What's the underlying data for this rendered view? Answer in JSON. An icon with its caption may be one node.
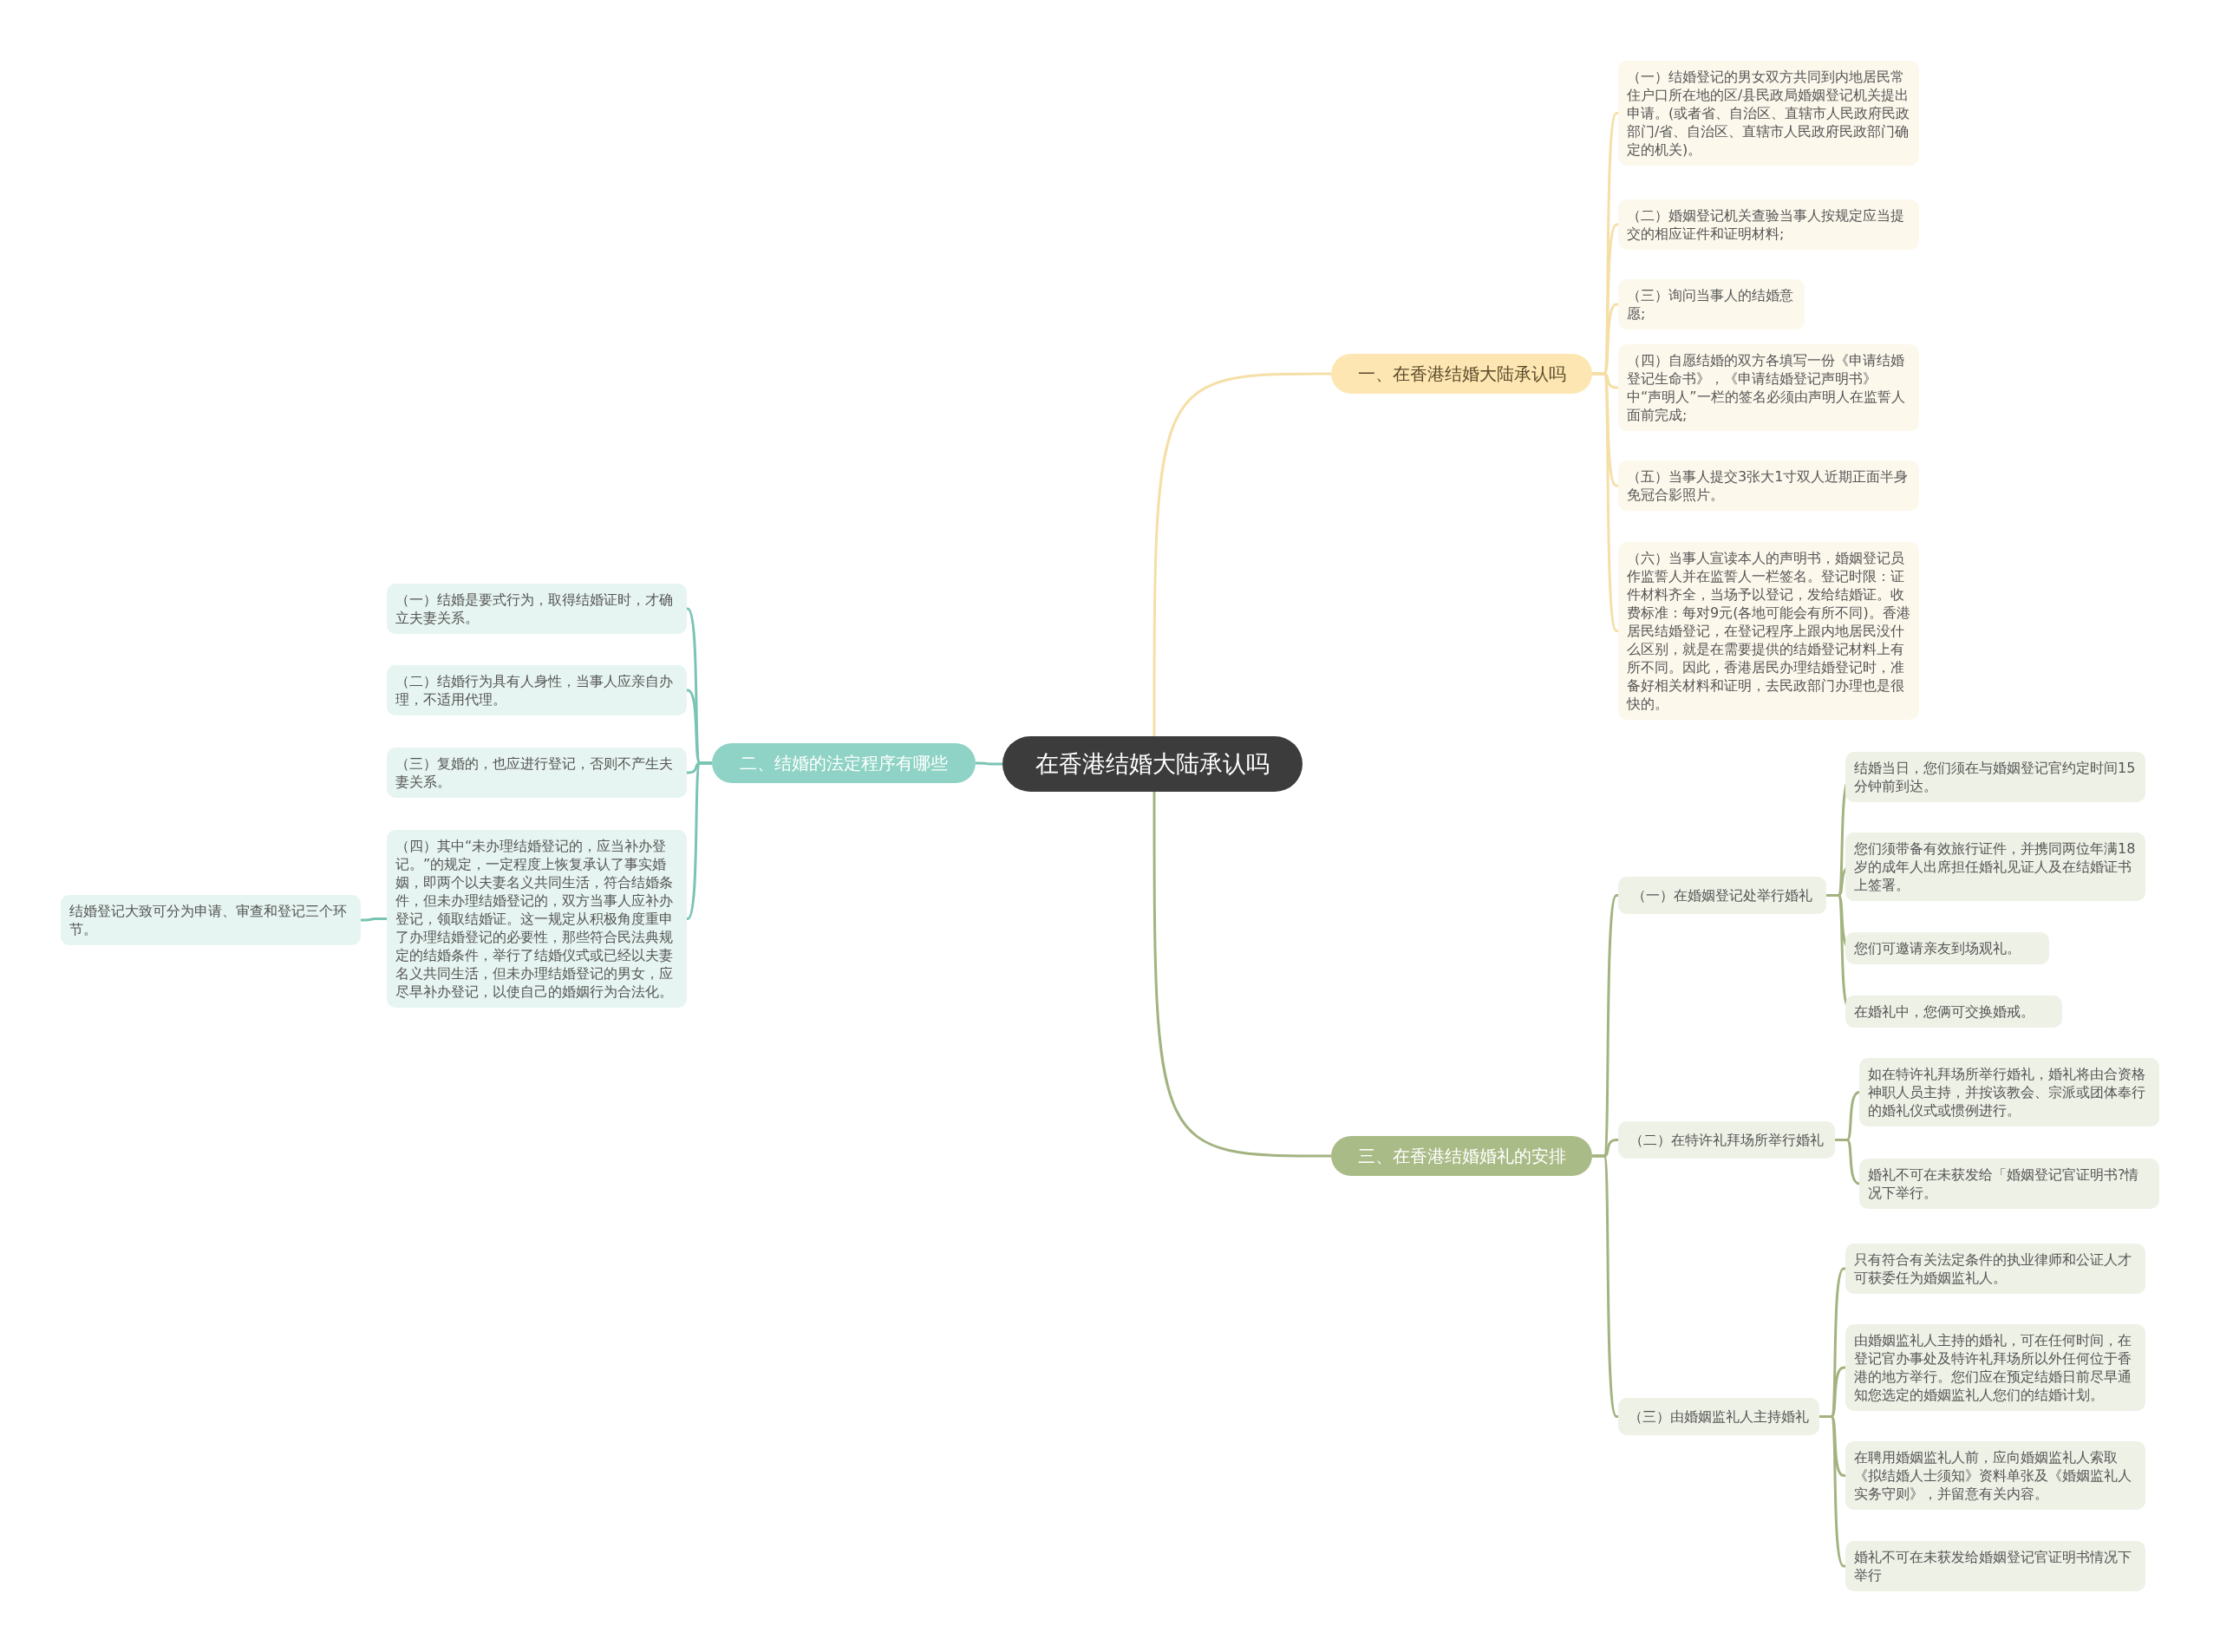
{
  "diagram": {
    "nodes": [
      {
        "text": [
          "在香港结婚大陆承认吗"
        ]
      },
      {
        "text": [
          "一、在香港结婚大陆承认吗"
        ]
      },
      {
        "text": [
          "（一）结婚登记的男女双方共同到内地居民常住户口所在地的区/县民政局婚姻登记机关提出申请。(或者省、自治区、直辖市人民政府民政部门/省、自治区、直辖市人民政府民政部门确定的机关)。"
        ]
      },
      {
        "text": [
          "（二）婚姻登记机关查验当事人按规定应当提交的相应证件和证明材料;"
        ]
      },
      {
        "text": [
          "（三）询问当事人的结婚意愿;"
        ]
      },
      {
        "text": [
          "（四）自愿结婚的双方各填写一份《申请结婚登记生命书》，《申请结婚登记声明书》中“声明人”一栏的签名必须由声明人在监誓人面前完成;"
        ]
      },
      {
        "text": [
          "（五）当事人提交3张大1寸双人近期正面半身免冠合影照片。"
        ]
      },
      {
        "text": [
          "（六）当事人宣读本人的声明书，婚姻登记员作监誓人并在监誓人一栏签名。登记时限：证件材料齐全，当场予以登记，发给结婚证。收费标准：每对9元(各地可能会有所不同)。香港居民结婚登记，在登记程序上跟内地居民没什么区别，就是在需要提供的结婚登记材料上有所不同。因此，香港居民办理结婚登记时，准备好相关材料和证明，去民政部门办理也是很快的。"
        ]
      },
      {
        "text": [
          "二、结婚的法定程序有哪些"
        ]
      },
      {
        "text": [
          "（一）结婚是要式行为，取得结婚证时，才确立夫妻关系。"
        ]
      },
      {
        "text": [
          "（二）结婚行为具有人身性，当事人应亲自办理，不适用代理。"
        ]
      },
      {
        "text": [
          "（三）复婚的，也应进行登记，否则不产生夫妻关系。"
        ]
      },
      {
        "text": [
          "（四）其中“未办理结婚登记的，应当补办登记。”的规定，一定程度上恢复承认了事实婚姻，即两个以夫妻名义共同生活，符合结婚条件，但未办理结婚登记的，双方当事人应补办登记，领取结婚证。这一规定从积极角度重申了办理结婚登记的必要性，那些符合民法典规定的结婚条件，举行了结婚仪式或已经以夫妻名义共同生活，但未办理结婚登记的男女，应尽早补办登记，以使自己的婚姻行为合法化。"
        ]
      },
      {
        "text": [
          "结婚登记大致可分为申请、审查和登记三个环节。"
        ]
      },
      {
        "text": [
          "三、在香港结婚婚礼的安排"
        ]
      },
      {
        "text": [
          "（一）在婚姻登记处举行婚礼"
        ]
      },
      {
        "text": [
          "结婚当日，您们须在与婚姻登记官约定时间15分钟前到达。"
        ]
      },
      {
        "text": [
          "您们须带备有效旅行证件，并携同两位年满18岁的成年人出席担任婚礼见证人及在结婚证书上签署。"
        ]
      },
      {
        "text": [
          "您们可邀请亲友到场观礼。"
        ]
      },
      {
        "text": [
          "在婚礼中，您俩可交换婚戒。"
        ]
      },
      {
        "text": [
          "（二）在特许礼拜场所举行婚礼"
        ]
      },
      {
        "text": [
          "如在特许礼拜场所举行婚礼，婚礼将由合资格神职人员主持，并按该教会、宗派或团体奉行的婚礼仪式或惯例进行。"
        ]
      },
      {
        "text": [
          "婚礼不可在未获发给「婚姻登记官证明书?情况下举行。"
        ]
      },
      {
        "text": [
          "（三）由婚姻监礼人主持婚礼"
        ]
      },
      {
        "text": [
          "只有符合有关法定条件的执业律师和公证人才可获委任为婚姻监礼人。"
        ]
      },
      {
        "text": [
          "由婚姻监礼人主持的婚礼，可在任何时间，在登记官办事处及特许礼拜场所以外任何位于香港的地方举行。您们应在预定结婚日前尽早通知您选定的婚姻监礼人您们的结婚计划。"
        ]
      },
      {
        "text": [
          "在聘用婚姻监礼人前，应向婚姻监礼人索取《拟结婚人士须知》资料单张及《婚姻监礼人实务守则》，并留意有关内容。"
        ]
      },
      {
        "text": [
          "婚礼不可在未获发给婚姻登记官证明书情况下举行"
        ]
      }
    ],
    "edges": [
      {
        "from": 0,
        "to": 1,
        "arrow": "none"
      },
      {
        "from": 1,
        "to": 2,
        "arrow": "none"
      },
      {
        "from": 1,
        "to": 3,
        "arrow": "none"
      },
      {
        "from": 1,
        "to": 4,
        "arrow": "none"
      },
      {
        "from": 1,
        "to": 5,
        "arrow": "none"
      },
      {
        "from": 1,
        "to": 6,
        "arrow": "none"
      },
      {
        "from": 1,
        "to": 7,
        "arrow": "none"
      },
      {
        "from": 0,
        "to": 8,
        "arrow": "none"
      },
      {
        "from": 8,
        "to": 9,
        "arrow": "none"
      },
      {
        "from": 8,
        "to": 10,
        "arrow": "none"
      },
      {
        "from": 8,
        "to": 11,
        "arrow": "none"
      },
      {
        "from": 8,
        "to": 12,
        "arrow": "none"
      },
      {
        "from": 12,
        "to": 13,
        "arrow": "none"
      },
      {
        "from": 0,
        "to": 14,
        "arrow": "none"
      },
      {
        "from": 14,
        "to": 15,
        "arrow": "none"
      },
      {
        "from": 15,
        "to": 16,
        "arrow": "none"
      },
      {
        "from": 15,
        "to": 17,
        "arrow": "none"
      },
      {
        "from": 15,
        "to": 18,
        "arrow": "none"
      },
      {
        "from": 15,
        "to": 19,
        "arrow": "none"
      },
      {
        "from": 14,
        "to": 20,
        "arrow": "none"
      },
      {
        "from": 20,
        "to": 21,
        "arrow": "none"
      },
      {
        "from": 20,
        "to": 22,
        "arrow": "none"
      },
      {
        "from": 14,
        "to": 23,
        "arrow": "none"
      },
      {
        "from": 23,
        "to": 24,
        "arrow": "none"
      },
      {
        "from": 23,
        "to": 25,
        "arrow": "none"
      },
      {
        "from": 23,
        "to": 26,
        "arrow": "none"
      },
      {
        "from": 23,
        "to": 27,
        "arrow": "none"
      }
    ]
  }
}
